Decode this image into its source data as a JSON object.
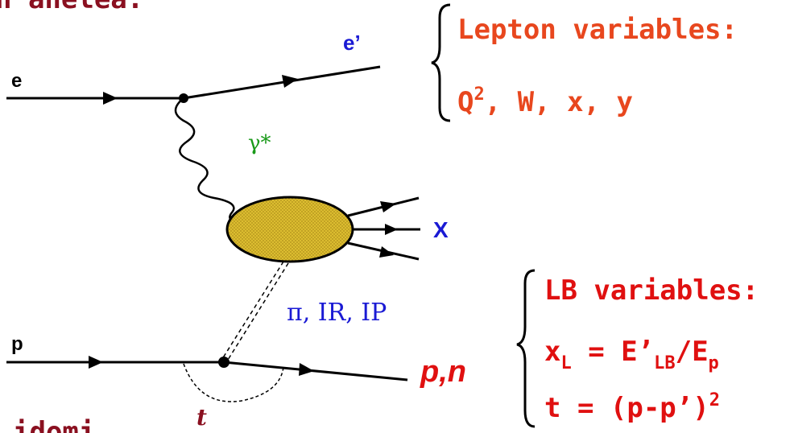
{
  "header_fragment": "n anelea:",
  "footer_fragment": "idomi",
  "diagram": {
    "electron_in": "e",
    "electron_out": "e’",
    "photon": "γ*",
    "hadronic_system": "X",
    "proton_in": "p",
    "exchange": "π, IR, IP",
    "leading_baryon": "p,n",
    "t_label": "t"
  },
  "lepton_block": {
    "title": "Lepton variables:",
    "q": "Q",
    "q_exp": "2",
    "rest": ", W, x, y"
  },
  "lb_block": {
    "title": "LB variables:",
    "xl_main": "x",
    "xl_sub": "L",
    "xl_eq": " = E’",
    "xl_sub2": "LB",
    "xl_slash": "/E",
    "xl_sub3": "p",
    "t_eq": "t = (p-p’)",
    "t_exp": "2"
  },
  "colors": {
    "line": "#000000",
    "blue": "#1a1ad4",
    "green": "#1a9a1a",
    "orange": "#e8471e",
    "red": "#e01010",
    "darkred": "#8a1020",
    "blob_fill": "#d9b82a"
  }
}
